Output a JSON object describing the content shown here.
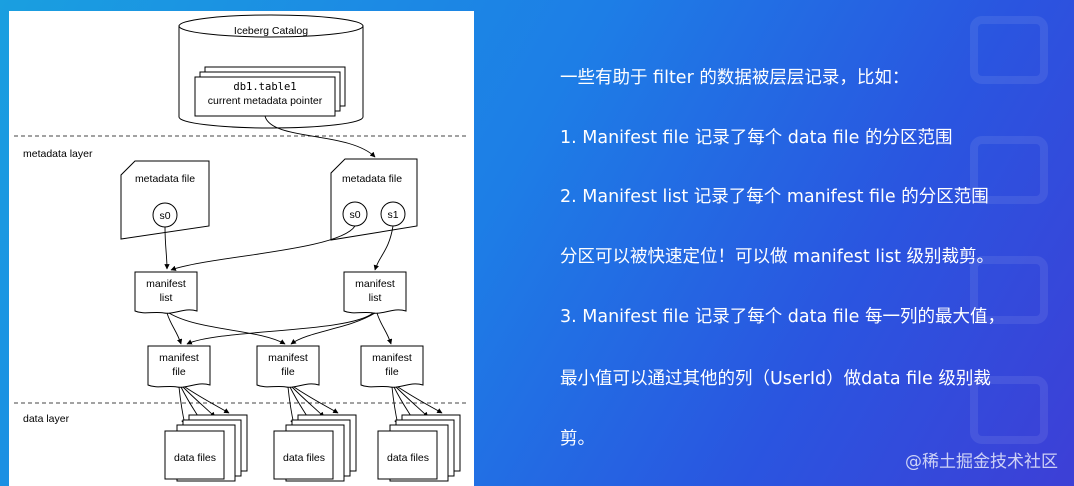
{
  "diagram": {
    "catalog_title": "Iceberg Catalog",
    "catalog_table": "db1.table1",
    "catalog_pointer": "current metadata pointer",
    "metadata_layer_label": "metadata layer",
    "data_layer_label": "data layer",
    "metadata_file_label": "metadata file",
    "snapshot_s0": "s0",
    "snapshot_s1": "s1",
    "manifest_list_line1": "manifest",
    "manifest_list_line2": "list",
    "manifest_file_line1": "manifest",
    "manifest_file_line2": "file",
    "data_files_label": "data files"
  },
  "notes": {
    "intro": "一些有助于 filter 的数据被层层记录，比如：",
    "item1": "1.   Manifest file 记录了每个 data file 的分区范围",
    "item2": "2.   Manifest list 记录了每个 manifest file 的分区范围",
    "item2_note": "分区可以被快速定位！可以做 manifest list 级别裁剪。",
    "item3": "3.  Manifest file 记录了每个 data file 每一列的最大值，",
    "item3_cont1": "最小值可以通过其他的列（UserId）做data file 级别裁",
    "item3_cont2": "剪。"
  },
  "watermark": "@稀土掘金技术社区",
  "colors": {
    "bg_start": "#1a9fe0",
    "bg_end": "#3d3fd6",
    "text": "#ffffff"
  }
}
